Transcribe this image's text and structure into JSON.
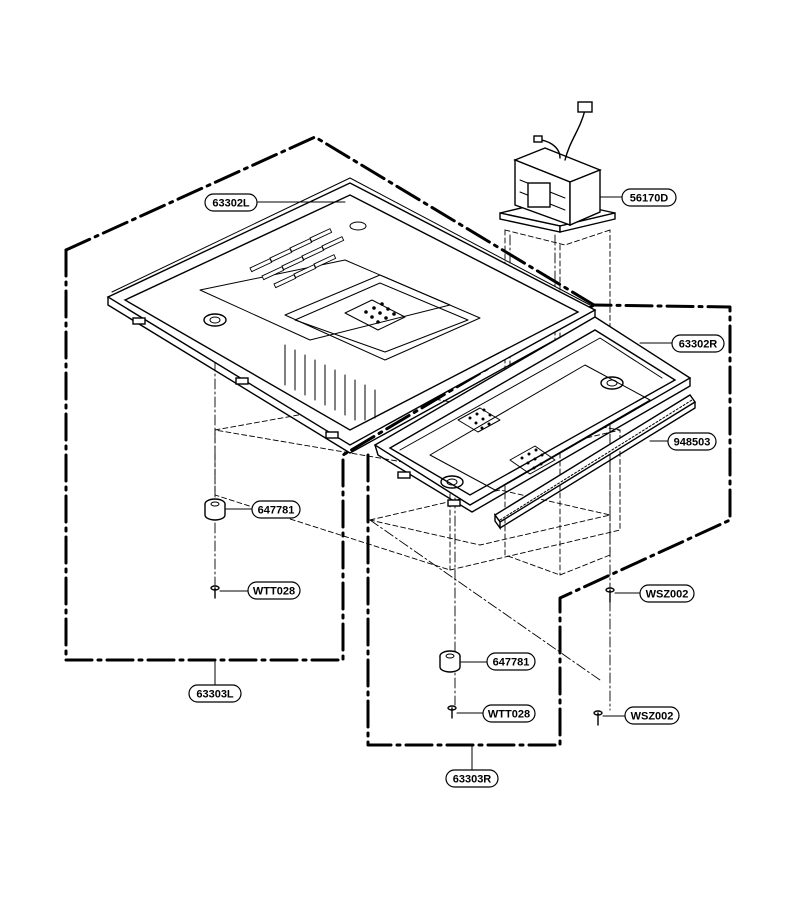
{
  "diagram": {
    "labels": {
      "p63302L": "63302L",
      "p56170D": "56170D",
      "p63302R": "63302R",
      "p948503": "948503",
      "p647781_left": "647781",
      "pWTT028_left": "WTT028",
      "p63303L": "63303L",
      "pWSZ002_upper": "WSZ002",
      "p647781_right": "647781",
      "pWTT028_right": "WTT028",
      "pWSZ002_lower": "WSZ002",
      "p63303R": "63303R"
    }
  }
}
